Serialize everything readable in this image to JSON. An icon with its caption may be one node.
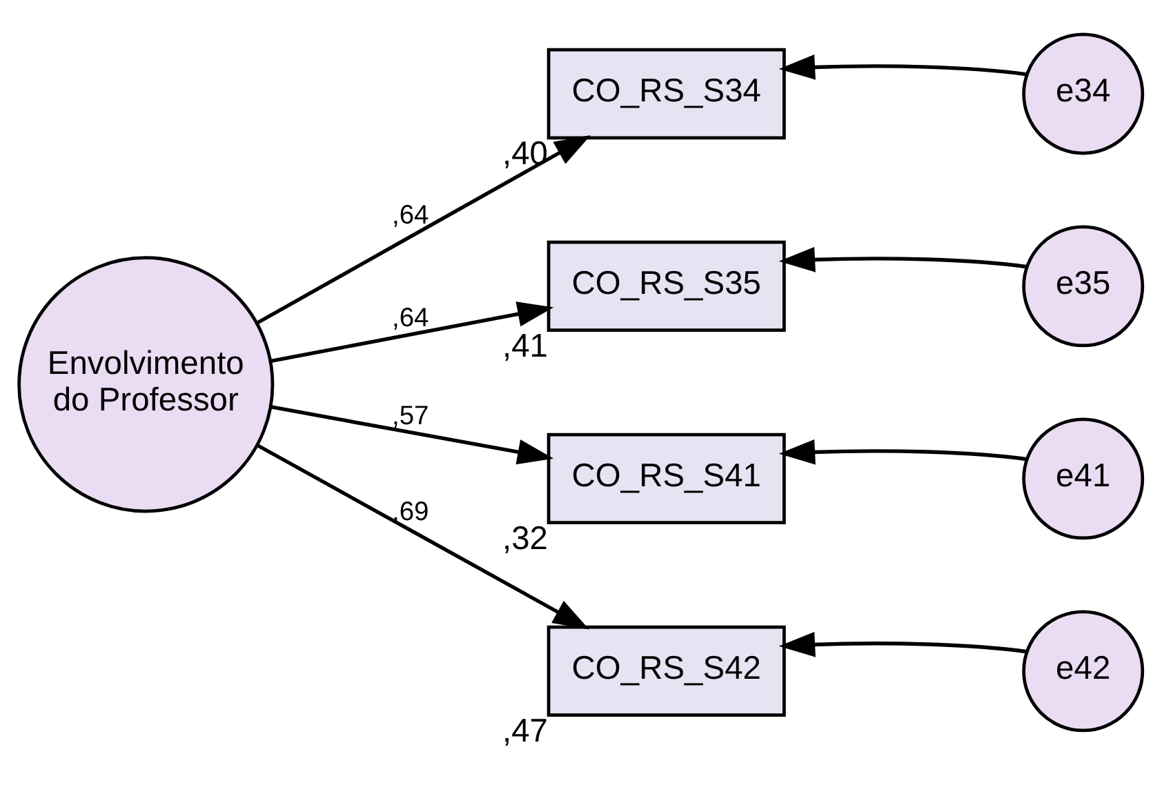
{
  "diagram": {
    "nodes": [
      {
        "text": [
          "Envolvimento do Professor"
        ]
      },
      {
        "text": [
          "CO_RS_S34"
        ],
        "beside": [
          ",40"
        ]
      },
      {
        "text": [
          "CO_RS_S35"
        ],
        "beside": [
          ",41"
        ]
      },
      {
        "text": [
          "CO_RS_S41"
        ],
        "beside": [
          ",32"
        ]
      },
      {
        "text": [
          "CO_RS_S42"
        ],
        "beside": [
          ",47"
        ]
      },
      {
        "text": [
          "e34"
        ]
      },
      {
        "text": [
          "e35"
        ]
      },
      {
        "text": [
          "e41"
        ]
      },
      {
        "text": [
          "e42"
        ]
      }
    ],
    "edges": [
      {
        "from": 0,
        "to": 1,
        "arrow": "to",
        "label": ",64"
      },
      {
        "from": 0,
        "to": 2,
        "arrow": "to",
        "label": ",64"
      },
      {
        "from": 0,
        "to": 3,
        "arrow": "to",
        "label": ",57"
      },
      {
        "from": 0,
        "to": 4,
        "arrow": "to",
        "label": ",69"
      },
      {
        "from": 5,
        "to": 1,
        "arrow": "to"
      },
      {
        "from": 6,
        "to": 2,
        "arrow": "to"
      },
      {
        "from": 7,
        "to": 3,
        "arrow": "to"
      },
      {
        "from": 8,
        "to": 4,
        "arrow": "to"
      }
    ]
  }
}
